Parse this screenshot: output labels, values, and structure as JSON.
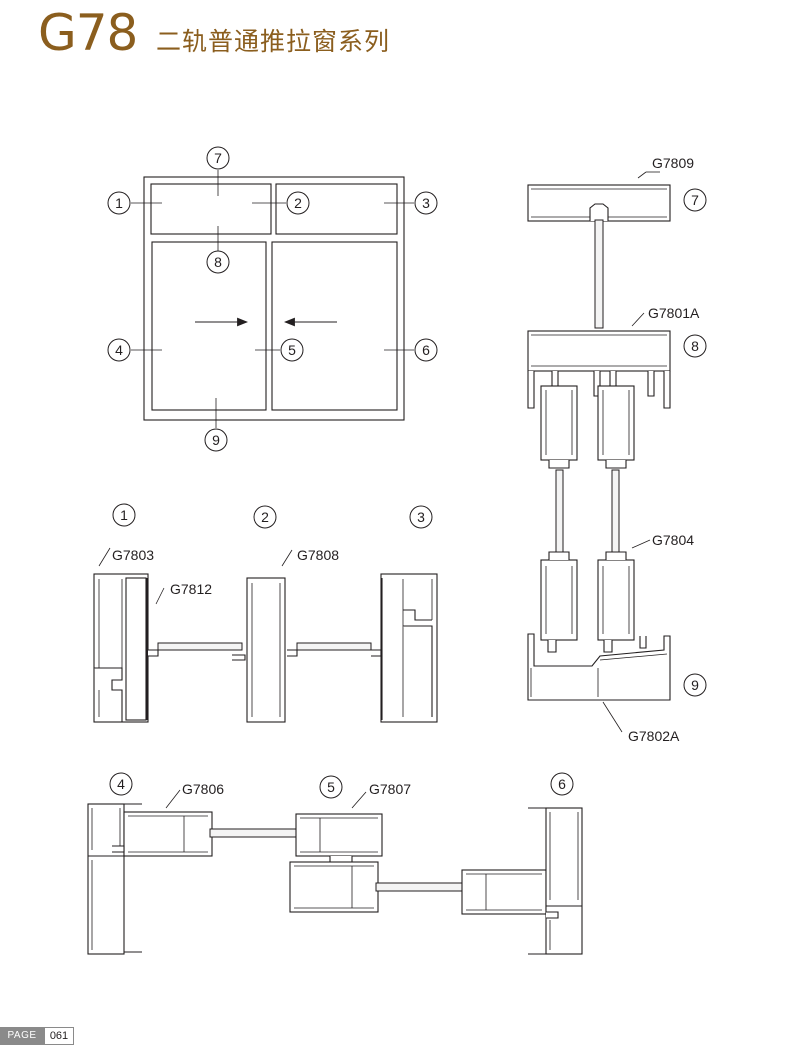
{
  "header": {
    "code": "G78",
    "name": "二轨普通推拉窗系列"
  },
  "callouts": {
    "c1": "1",
    "c2": "2",
    "c3": "3",
    "c4": "4",
    "c5": "5",
    "c6": "6",
    "c7": "7",
    "c8": "8",
    "c9": "9"
  },
  "profiles": {
    "g7809": "G7809",
    "g7801a": "G7801A",
    "g7804": "G7804",
    "g7802a": "G7802A",
    "g7803": "G7803",
    "g7812": "G7812",
    "g7808": "G7808",
    "g7806": "G7806",
    "g7807": "G7807"
  },
  "footer": {
    "label": "PAGE",
    "page_number": "061"
  },
  "colors": {
    "brand": "#8b5e1e",
    "line": "#231f20",
    "footer_gray": "#8a8a8a"
  }
}
